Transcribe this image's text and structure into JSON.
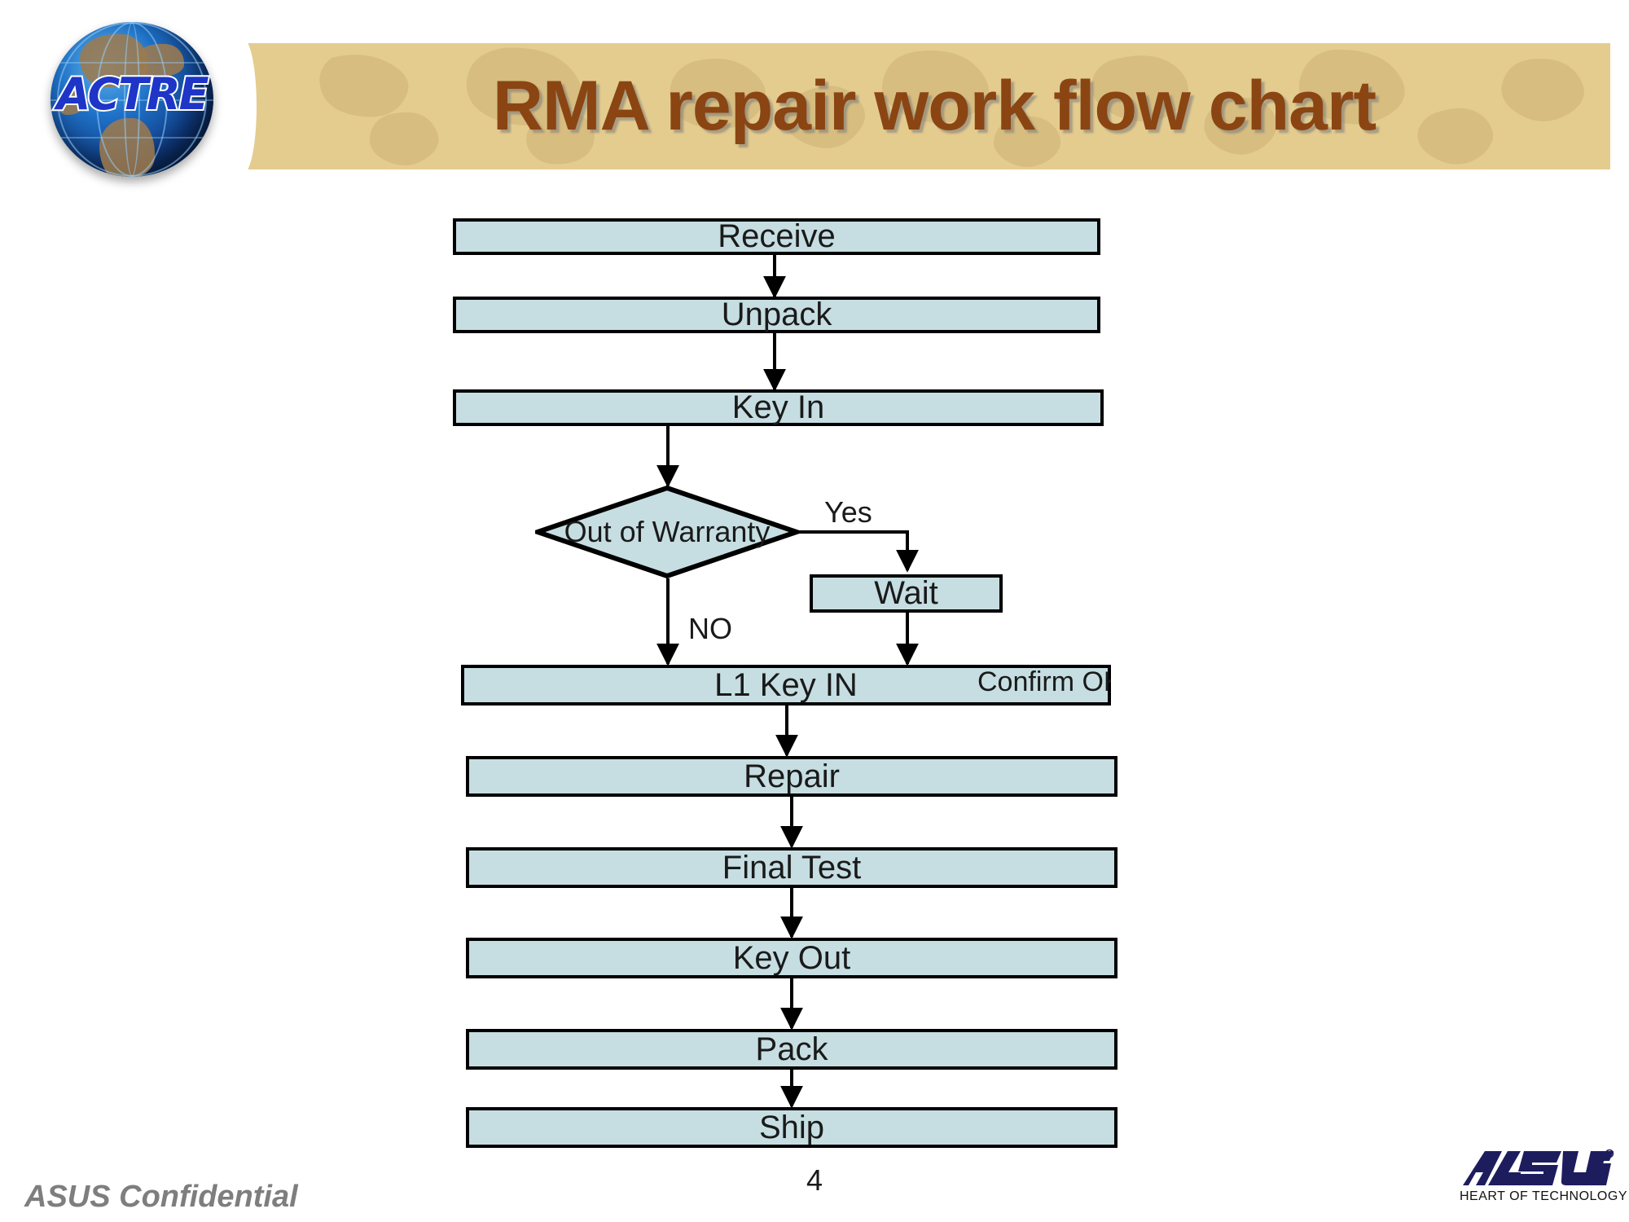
{
  "header": {
    "title": "RMA repair work flow chart",
    "banner_color": "#e4cc8f",
    "title_color": "#8a4513"
  },
  "logo": {
    "name": "ACTRE",
    "text": "ACTRE"
  },
  "footer": {
    "page_number": "4",
    "confidential": "ASUS Confidential",
    "brand": "ASUS",
    "tagline": "HEART OF TECHNOLOGY"
  },
  "chart_data": {
    "type": "flowchart",
    "title": "RMA repair work flow chart",
    "node_fill": "#c6dee2",
    "node_stroke": "#000000",
    "nodes": [
      {
        "id": "receive",
        "label": "Receive",
        "shape": "process"
      },
      {
        "id": "unpack",
        "label": "Unpack",
        "shape": "process"
      },
      {
        "id": "keyin",
        "label": "Key In",
        "shape": "process"
      },
      {
        "id": "warranty",
        "label": "Out of Warranty",
        "shape": "decision"
      },
      {
        "id": "wait",
        "label": "Wait",
        "shape": "process"
      },
      {
        "id": "l1keyin",
        "label": "L1 Key IN",
        "shape": "process"
      },
      {
        "id": "repair",
        "label": "Repair",
        "shape": "process"
      },
      {
        "id": "finaltest",
        "label": "Final Test",
        "shape": "process"
      },
      {
        "id": "keyout",
        "label": "Key Out",
        "shape": "process"
      },
      {
        "id": "pack",
        "label": "Pack",
        "shape": "process"
      },
      {
        "id": "ship",
        "label": "Ship",
        "shape": "process"
      }
    ],
    "edges": [
      {
        "from": "receive",
        "to": "unpack",
        "label": ""
      },
      {
        "from": "unpack",
        "to": "keyin",
        "label": ""
      },
      {
        "from": "keyin",
        "to": "warranty",
        "label": ""
      },
      {
        "from": "warranty",
        "to": "wait",
        "label": "Yes"
      },
      {
        "from": "warranty",
        "to": "l1keyin",
        "label": "NO"
      },
      {
        "from": "wait",
        "to": "l1keyin",
        "label": "Confirm OK"
      },
      {
        "from": "l1keyin",
        "to": "repair",
        "label": ""
      },
      {
        "from": "repair",
        "to": "finaltest",
        "label": ""
      },
      {
        "from": "finaltest",
        "to": "keyout",
        "label": ""
      },
      {
        "from": "keyout",
        "to": "pack",
        "label": ""
      },
      {
        "from": "pack",
        "to": "ship",
        "label": ""
      }
    ],
    "labels": {
      "yes": "Yes",
      "no": "NO",
      "confirm_ok": "Confirm OK"
    }
  }
}
